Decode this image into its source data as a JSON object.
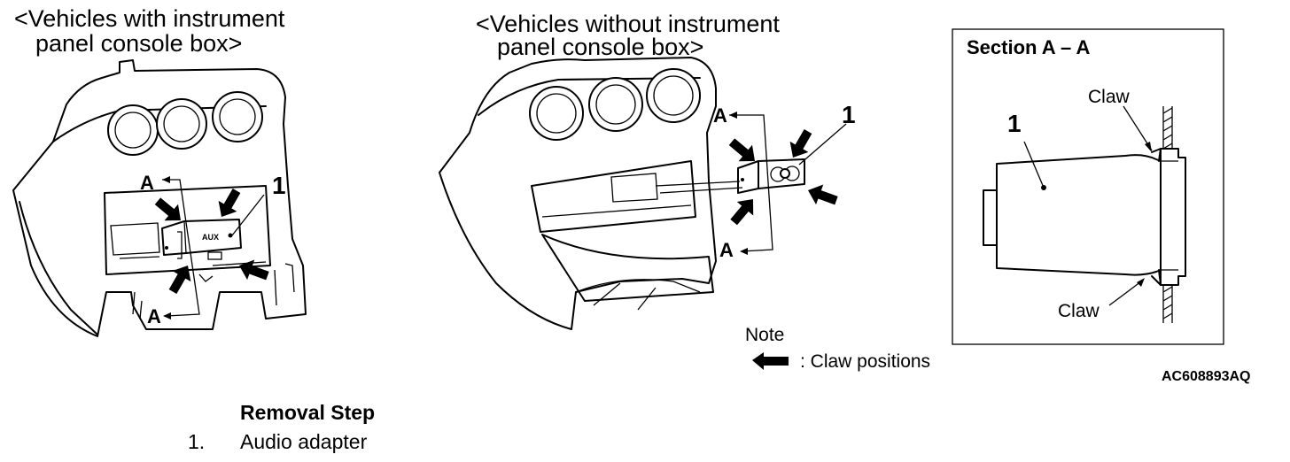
{
  "left_view": {
    "title_line1": "<Vehicles with instrument",
    "title_line2": "panel console box>",
    "part_number": "1",
    "section_label_top": "A",
    "section_label_bottom": "A",
    "device_text": "AUX"
  },
  "middle_view": {
    "title_line1": "<Vehicles without instrument",
    "title_line2": "panel console box>",
    "part_number": "1",
    "section_label_top": "A",
    "section_label_bottom": "A"
  },
  "section_view": {
    "title": "Section A – A",
    "part_number": "1",
    "claw_top": "Claw",
    "claw_bottom": "Claw"
  },
  "legend": {
    "note": "Note",
    "claw_positions": ": Claw positions"
  },
  "figure_code": "AC608893AQ",
  "removal": {
    "heading": "Removal Step",
    "steps": [
      {
        "number": "1.",
        "name": "Audio adapter"
      }
    ]
  }
}
